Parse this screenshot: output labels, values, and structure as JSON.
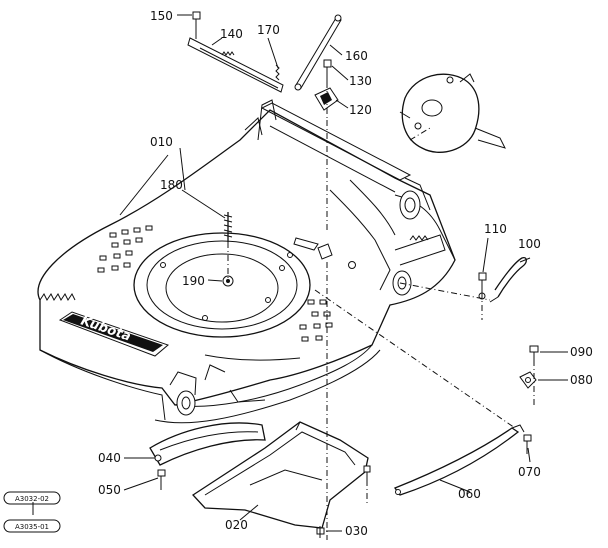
{
  "callouts": {
    "c010": "010",
    "c020": "020",
    "c030": "030",
    "c040": "040",
    "c050": "050",
    "c060": "060",
    "c070": "070",
    "c080": "080",
    "c090": "090",
    "c100": "100",
    "c110": "110",
    "c120": "120",
    "c130": "130",
    "c140": "140",
    "c150": "150",
    "c160": "160",
    "c170": "170",
    "c180": "180",
    "c190": "190"
  },
  "references": {
    "top": "A3032-02",
    "bottom": "A3035-01"
  },
  "deck_logo": "Kubota"
}
